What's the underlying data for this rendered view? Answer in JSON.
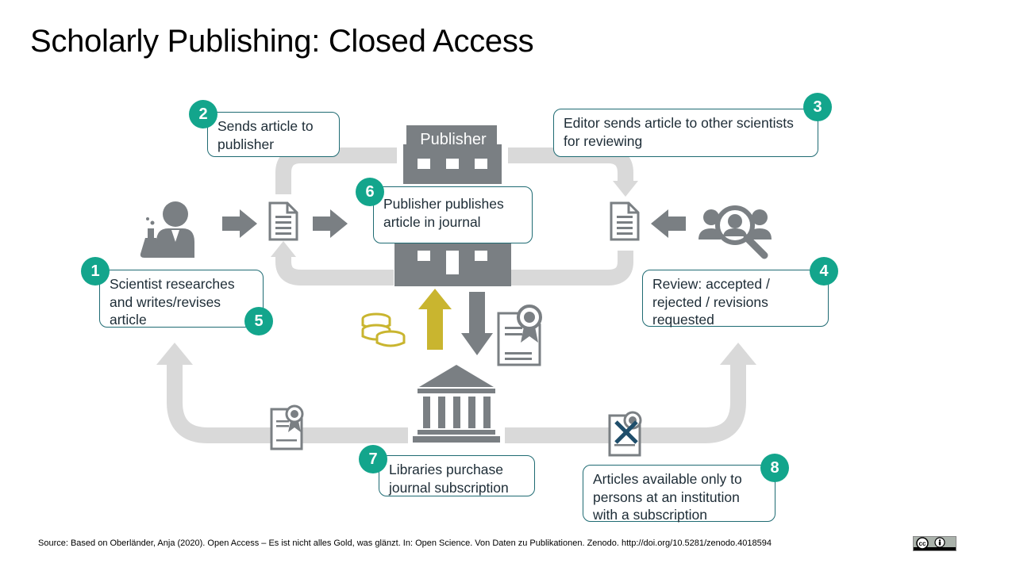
{
  "title": "Scholarly Publishing: Closed Access",
  "publisher_label": "Publisher",
  "steps": [
    {
      "number": "1",
      "text_lines": [
        "Scientist researches",
        "and writes/revises",
        "article"
      ]
    },
    {
      "number": "2",
      "text_lines": [
        "Sends article to",
        "publisher"
      ]
    },
    {
      "number": "3",
      "text_lines": [
        "Editor sends article to other scientists",
        "for reviewing"
      ]
    },
    {
      "number": "4",
      "text_lines": [
        "Review: accepted /",
        "rejected / revisions",
        "requested"
      ]
    },
    {
      "number": "5"
    },
    {
      "number": "6",
      "text_lines": [
        "Publisher publishes",
        "article in journal"
      ]
    },
    {
      "number": "7",
      "text_lines": [
        "Libraries purchase",
        "journal subscription"
      ]
    },
    {
      "number": "8",
      "text_lines": [
        "Articles available only to",
        "persons at an institution",
        "with a subscription"
      ]
    }
  ],
  "source": "Source: Based on Oberländer, Anja (2020). Open Access – Es ist nicht alles Gold, was glänzt. In: Open Science. Von Daten zu Publikationen. Zenodo. http://doi.org/10.5281/zenodo.4018594",
  "license_badge": "cc-by",
  "colors": {
    "accent": "#13a58c",
    "border": "#1f6b73",
    "icon": "#7a7f83",
    "flow": "#d9d9d9",
    "coin": "#c9b52f",
    "cross": "#1f4e6b"
  },
  "icons": [
    "scientist-icon",
    "document-icon",
    "publisher-building-icon",
    "reviewers-search-icon",
    "coins-icon",
    "certificate-icon",
    "library-icon",
    "certificate-denied-icon",
    "cc-by-license-icon"
  ]
}
